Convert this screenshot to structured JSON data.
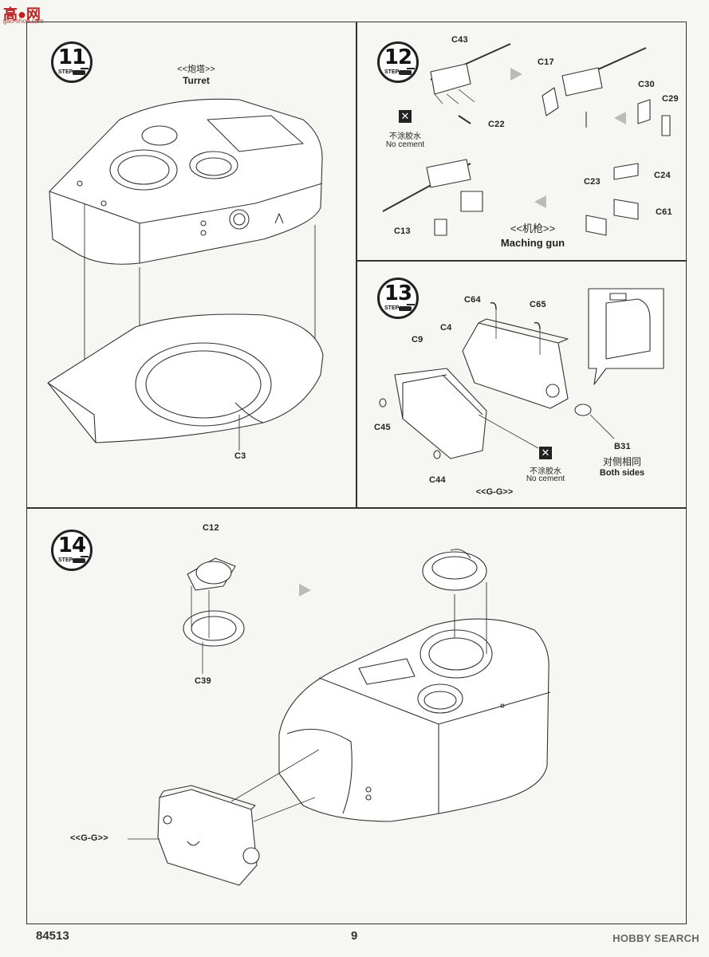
{
  "watermark": {
    "top": "高●网",
    "sub": "gao-shou.com"
  },
  "step11": {
    "number": "11",
    "word": "STEP",
    "title_cn": "<<炮塔>>",
    "title_en": "Turret",
    "part_c3": "C3"
  },
  "step12": {
    "number": "12",
    "word": "STEP",
    "parts": {
      "c43": "C43",
      "c22": "C22",
      "c17": "C17",
      "c30": "C30",
      "c29": "C29",
      "c24": "C24",
      "c23": "C23",
      "c61": "C61",
      "c13": "C13"
    },
    "no_cement_cn": "不涂胶水",
    "no_cement_en": "No cement",
    "subtitle_cn": "<<机枪>>",
    "subtitle_en": "Maching gun"
  },
  "step13": {
    "number": "13",
    "word": "STEP",
    "parts": {
      "c64": "C64",
      "c65": "C65",
      "c4": "C4",
      "c9": "C9",
      "c45": "C45",
      "c44": "C44",
      "b31": "B31"
    },
    "both_sides_cn": "对侧相同",
    "both_sides_en": "Both sides",
    "no_cement_cn": "不涂胶水",
    "no_cement_en": "No cement",
    "subassembly": "<<G-G>>"
  },
  "step14": {
    "number": "14",
    "word": "STEP",
    "parts": {
      "c12": "C12",
      "c39": "C39"
    },
    "subassembly": "<<G-G>>"
  },
  "footer": {
    "kit_number": "84513",
    "page_number": "9",
    "brand": "HOBBY SEARCH"
  }
}
